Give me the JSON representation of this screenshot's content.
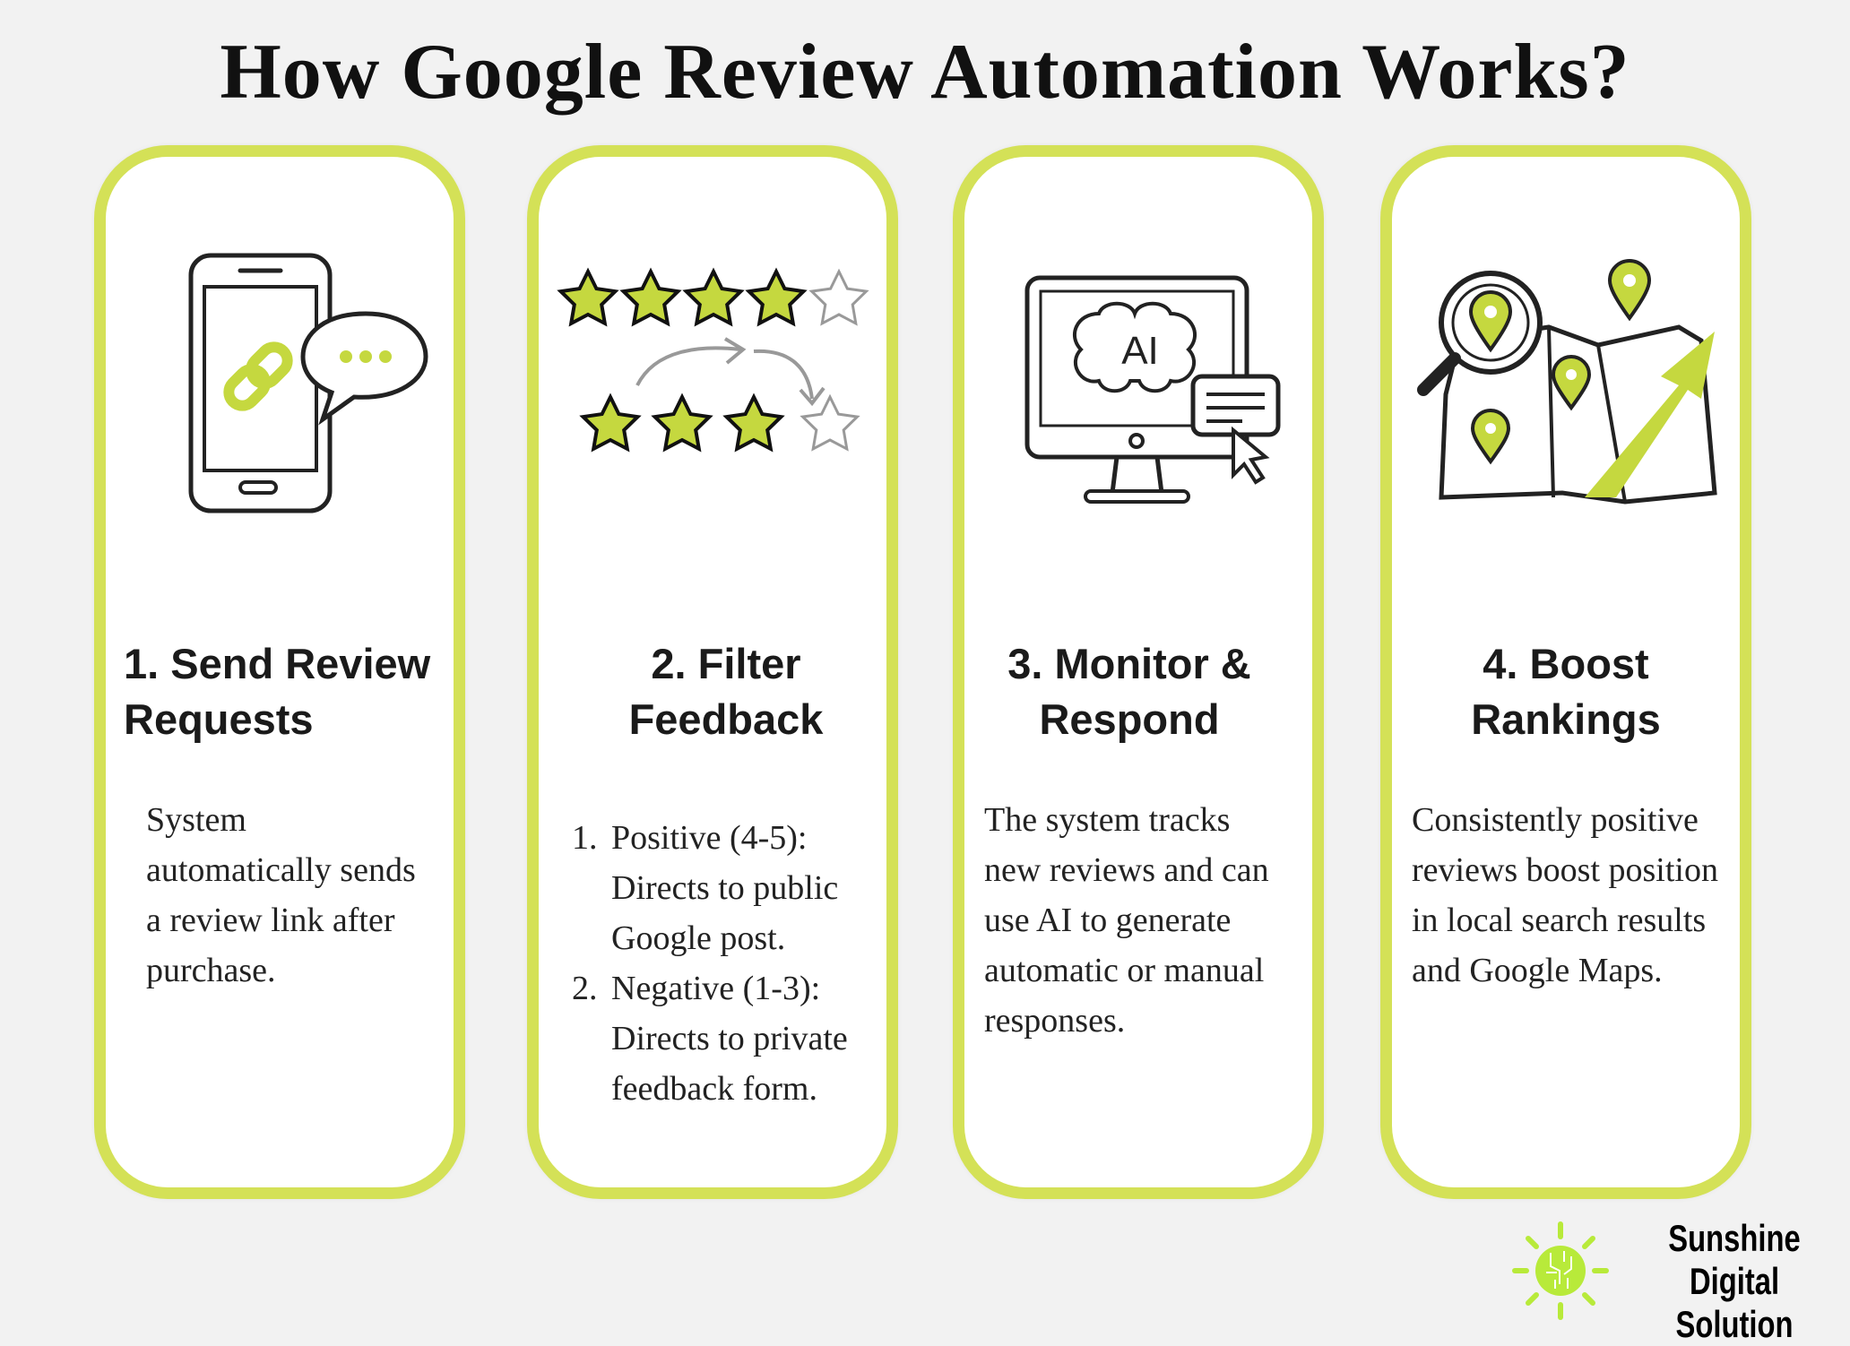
{
  "title": "How Google Review Automation Works?",
  "colors": {
    "accent": "#d4e157",
    "star": "#c5d83f",
    "background": "#f2f2f2"
  },
  "steps": [
    {
      "heading": "1. Send Review Requests",
      "icon": "phone-link-chat-icon",
      "body": "System automatically sends a review link after purchase."
    },
    {
      "heading": "2. Filter Feedback",
      "icon": "star-rating-filter-icon",
      "items": [
        "Positive (4-5): Directs to public Google post.",
        "Negative (1-3): Directs to private feedback form."
      ]
    },
    {
      "heading": "3. Monitor & Respond",
      "icon": "ai-monitor-icon",
      "body": "The system tracks new reviews and can use AI to generate automatic or manual responses.",
      "icon_text": "AI"
    },
    {
      "heading": "4. Boost Rankings",
      "icon": "map-ranking-icon",
      "body": "Consistently positive reviews boost position in local search results and Google Maps."
    }
  ],
  "logo": {
    "line1": "Sunshine",
    "line2": "Digital Solution"
  }
}
